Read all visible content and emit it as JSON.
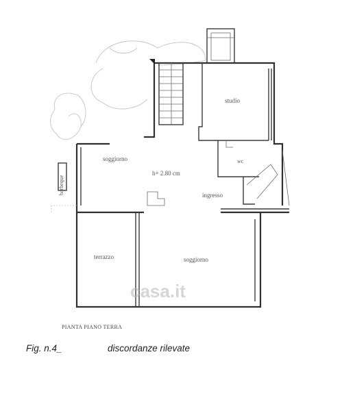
{
  "plan": {
    "rooms": {
      "studio": "studio",
      "soggiorno_upper": "soggiorno",
      "wc": "wc",
      "height": "h= 2.80 cm",
      "ingresso": "ingresso",
      "terrazzo": "terrazzo",
      "soggiorno_lower": "soggiorno",
      "barbeque": "barbeque"
    },
    "caption": "PIANTA PIANO TERRA"
  },
  "figure": {
    "label": "Fig. n.4_",
    "title": "discordanze rilevate"
  },
  "watermark": "casa.it"
}
